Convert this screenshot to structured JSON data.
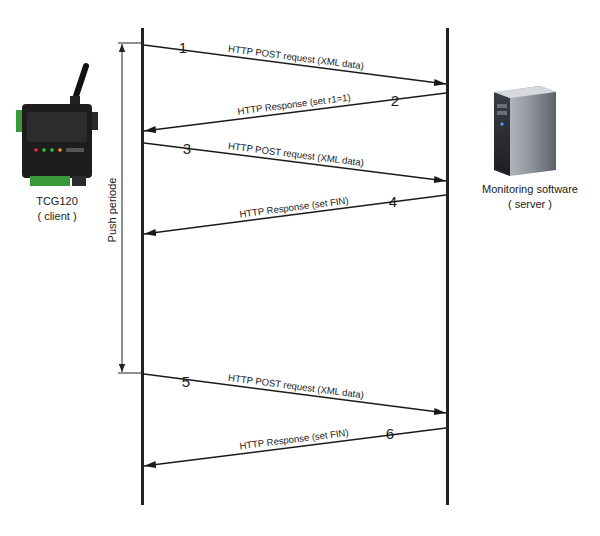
{
  "diagram": {
    "nodes": [
      {
        "text": [
          "TCG120",
          "( client )"
        ]
      },
      {
        "text": [
          "Monitoring software",
          "( server )"
        ]
      }
    ],
    "edges": [
      {
        "from": 0,
        "to": 1,
        "arrow": "to",
        "label": "HTTP POST request (XML data)"
      },
      {
        "from": 1,
        "to": 0,
        "arrow": "to",
        "label": "HTTP Response (set r1=1)"
      },
      {
        "from": 0,
        "to": 1,
        "arrow": "to",
        "label": "HTTP POST request (XML data)"
      },
      {
        "from": 1,
        "to": 0,
        "arrow": "to",
        "label": "HTTP Response (set FIN)"
      },
      {
        "from": 0,
        "to": 1,
        "arrow": "to",
        "label": "HTTP POST request (XML data)"
      },
      {
        "from": 1,
        "to": 0,
        "arrow": "to",
        "label": "HTTP Response (set FIN)"
      }
    ],
    "labels": [
      "1",
      "2",
      "3",
      "4",
      "5",
      "6",
      "Push periode"
    ]
  }
}
